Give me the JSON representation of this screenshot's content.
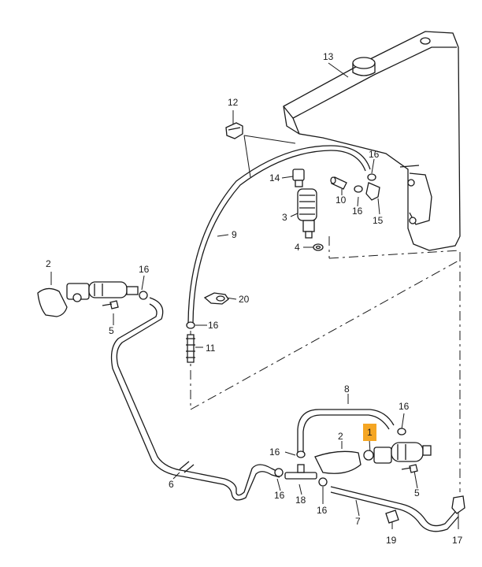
{
  "callouts": [
    {
      "id": "c13",
      "text": "13"
    },
    {
      "id": "c12",
      "text": "12"
    },
    {
      "id": "c16a",
      "text": "16"
    },
    {
      "id": "c14",
      "text": "14"
    },
    {
      "id": "c3",
      "text": "3"
    },
    {
      "id": "c10",
      "text": "10"
    },
    {
      "id": "c16b",
      "text": "16"
    },
    {
      "id": "c15",
      "text": "15"
    },
    {
      "id": "c9",
      "text": "9"
    },
    {
      "id": "c4",
      "text": "4"
    },
    {
      "id": "c2a",
      "text": "2"
    },
    {
      "id": "c16c",
      "text": "16"
    },
    {
      "id": "c20",
      "text": "20"
    },
    {
      "id": "c5a",
      "text": "5"
    },
    {
      "id": "c16d",
      "text": "16"
    },
    {
      "id": "c11",
      "text": "11"
    },
    {
      "id": "c8",
      "text": "8"
    },
    {
      "id": "c16e",
      "text": "16"
    },
    {
      "id": "c1",
      "text": "1"
    },
    {
      "id": "c2b",
      "text": "2"
    },
    {
      "id": "c16f",
      "text": "16"
    },
    {
      "id": "c5b",
      "text": "5"
    },
    {
      "id": "c6",
      "text": "6"
    },
    {
      "id": "c16g",
      "text": "16"
    },
    {
      "id": "c18",
      "text": "18"
    },
    {
      "id": "c16h",
      "text": "16"
    },
    {
      "id": "c7",
      "text": "7"
    },
    {
      "id": "c19",
      "text": "19"
    },
    {
      "id": "c17",
      "text": "17"
    }
  ],
  "highlight": {
    "callout": "c1",
    "color": "#f5a623"
  }
}
